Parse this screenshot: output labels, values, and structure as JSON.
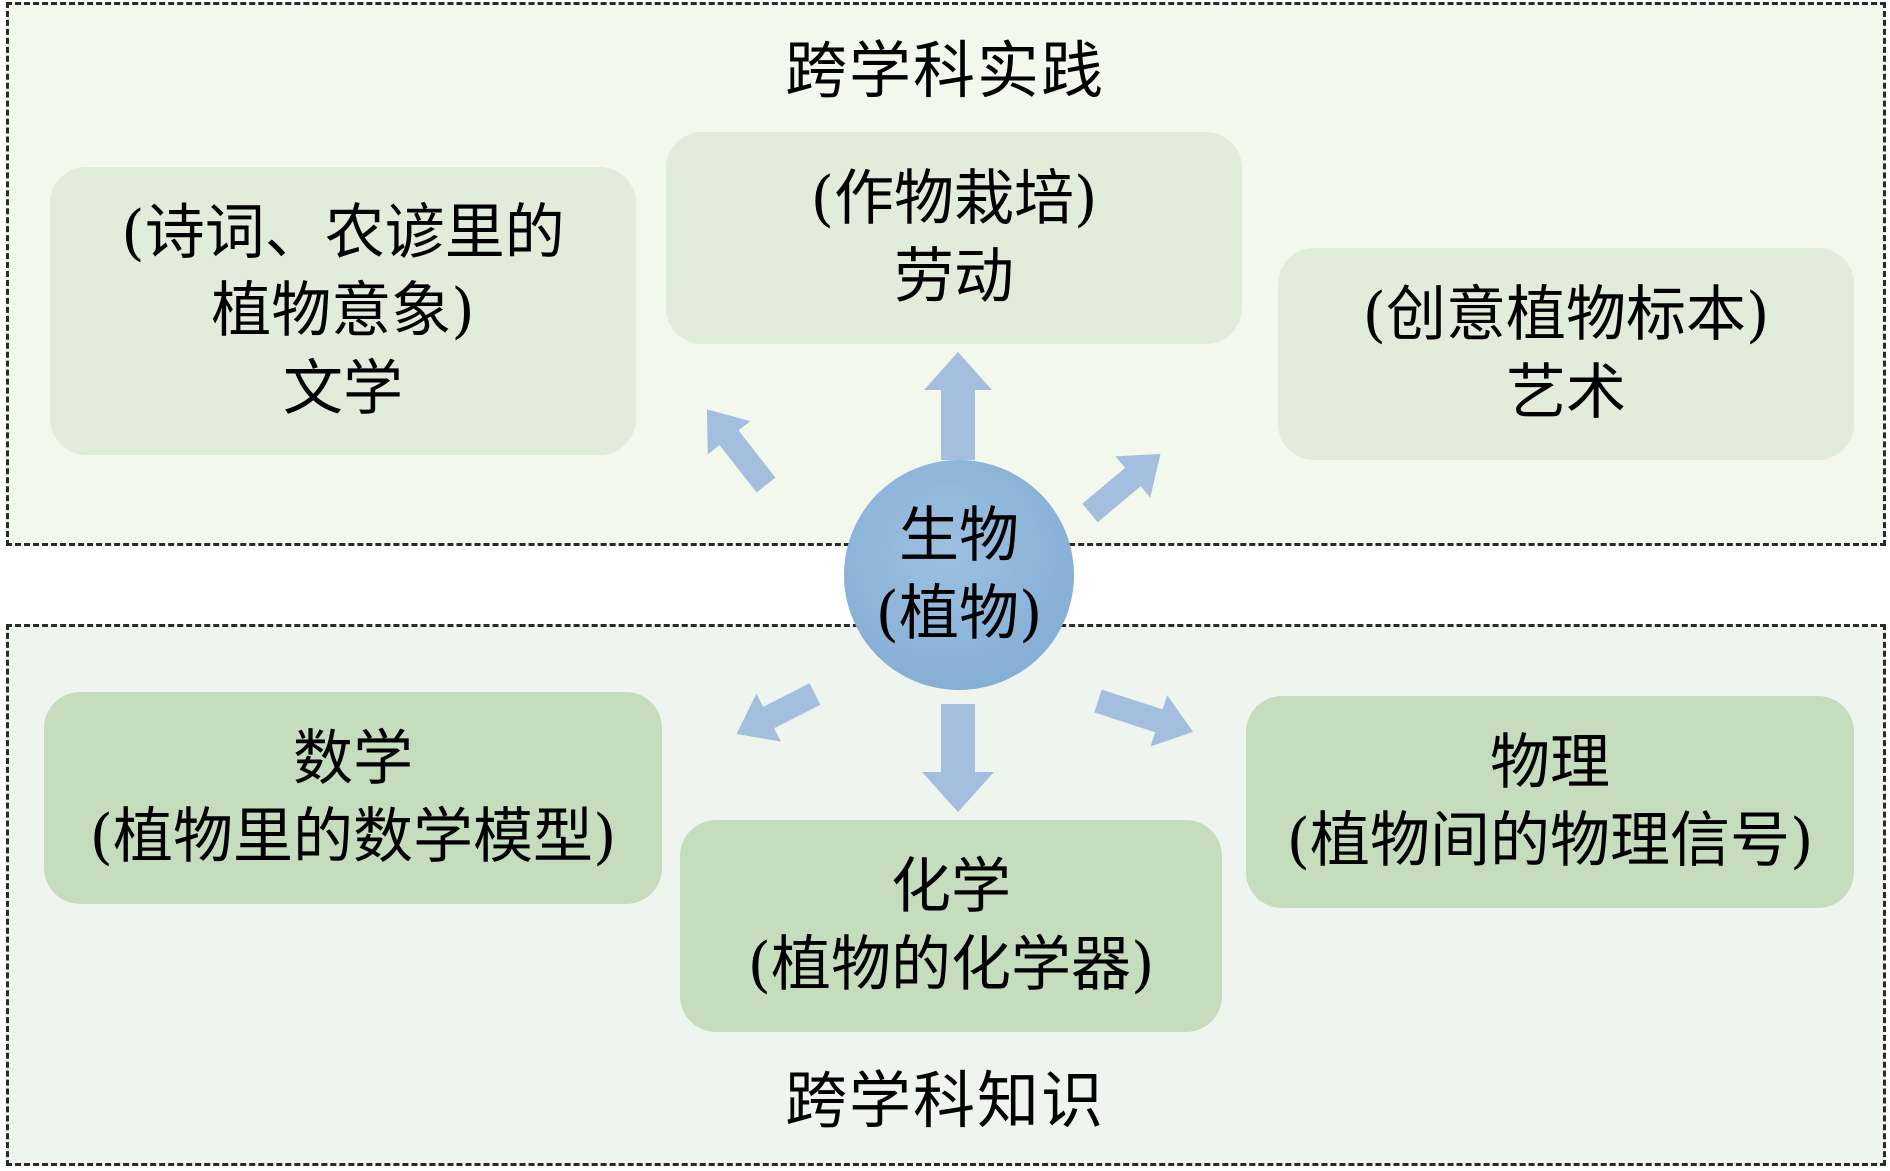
{
  "colors": {
    "practice_region_bg": "#f3f8ec",
    "knowledge_region_bg": "#eef5ef",
    "practice_box_bg": "#e1ecdb",
    "knowledge_box_bg": "#c5dcbd",
    "center_node": "#89b2d8",
    "arrow": "#a3bfdd"
  },
  "practice": {
    "title": "跨学科实践",
    "literature": {
      "line1": "(诗词、农谚里的",
      "line2": "植物意象)",
      "line3": "文学"
    },
    "labor": {
      "line1": "(作物栽培)",
      "line2": "劳动"
    },
    "art": {
      "line1": "(创意植物标本)",
      "line2": "艺术"
    }
  },
  "center": {
    "line1": "生物",
    "line2": "(植物)"
  },
  "knowledge": {
    "title": "跨学科知识",
    "math": {
      "line1": "数学",
      "line2": "(植物里的数学模型)"
    },
    "chemistry": {
      "line1": "化学",
      "line2": "(植物的化学器)"
    },
    "physics": {
      "line1": "物理",
      "line2": "(植物间的物理信号)"
    }
  }
}
